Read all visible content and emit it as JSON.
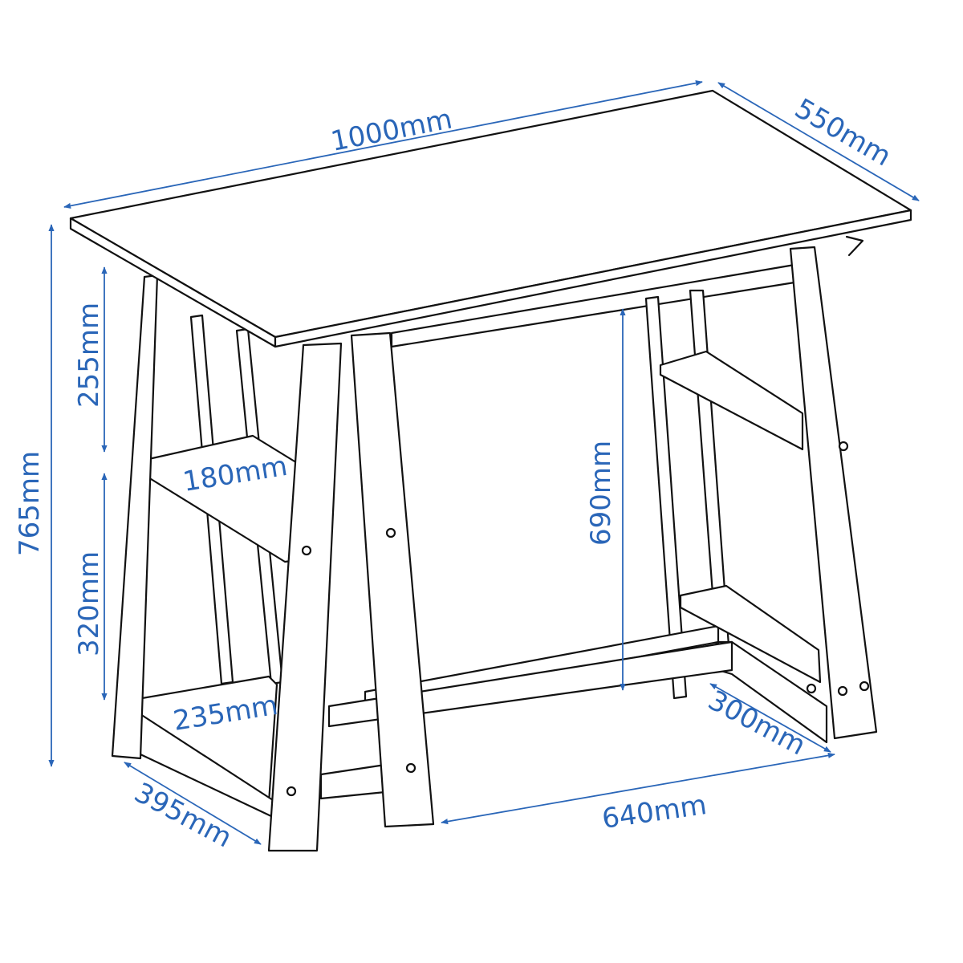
{
  "dimensions": {
    "width": "1000mm",
    "depth": "550mm",
    "total_height": "765mm",
    "top_gap": "255mm",
    "shelf_gap": "320mm",
    "upper_shelf_depth": "180mm",
    "lower_shelf_depth": "235mm",
    "base_depth": "395mm",
    "clear_height": "690mm",
    "right_shelf_depth": "300mm",
    "leg_span": "640mm"
  },
  "colors": {
    "dimension": "#2a66b8",
    "outline": "#111111",
    "background": "#ffffff"
  }
}
